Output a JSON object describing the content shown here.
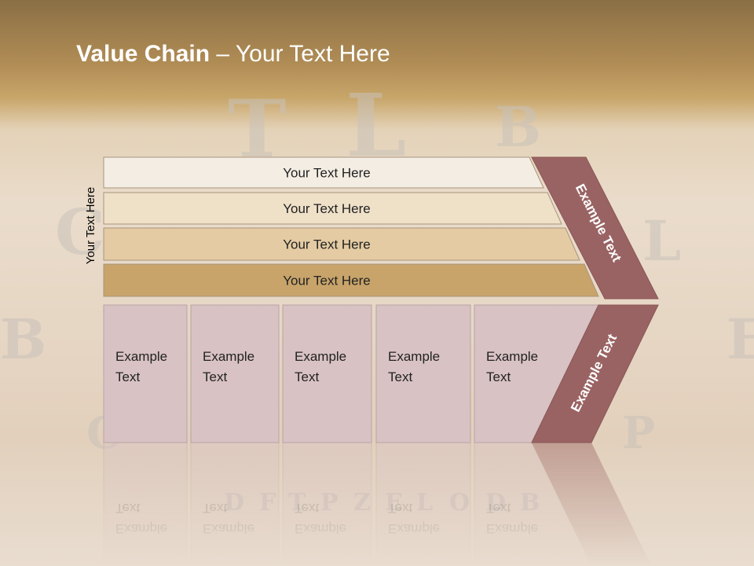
{
  "slide": {
    "title_bold": "Value Chain",
    "title_rest": " – Your Text Here",
    "vertical_label": "Your Text Here"
  },
  "bars": [
    {
      "label": "Your Text Here",
      "color": "#f4ede3"
    },
    {
      "label": "Your Text Here",
      "color": "#efe0c8"
    },
    {
      "label": "Your Text Here",
      "color": "#e4cba3"
    },
    {
      "label": "Your Text Here",
      "color": "#c8a46a"
    }
  ],
  "boxes": [
    {
      "line1": "Example",
      "line2": "Text"
    },
    {
      "line1": "Example",
      "line2": "Text"
    },
    {
      "line1": "Example",
      "line2": "Text"
    },
    {
      "line1": "Example",
      "line2": "Text"
    },
    {
      "line1": "Example",
      "line2": "Text"
    }
  ],
  "chevron": {
    "top_label": "Example Text",
    "bottom_label": "Example Text",
    "color": "#9a6363"
  },
  "background_letters": [
    "T",
    "L",
    "B",
    "C",
    "L",
    "B",
    "E",
    "C",
    "P",
    "D",
    "F",
    "T",
    "P",
    "Z",
    "E",
    "L",
    "O",
    "D",
    "B"
  ],
  "colors": {
    "box_fill": "#d8c2c3",
    "box_stroke": "#b7a4a4",
    "bar_stroke": "#a8957c"
  }
}
